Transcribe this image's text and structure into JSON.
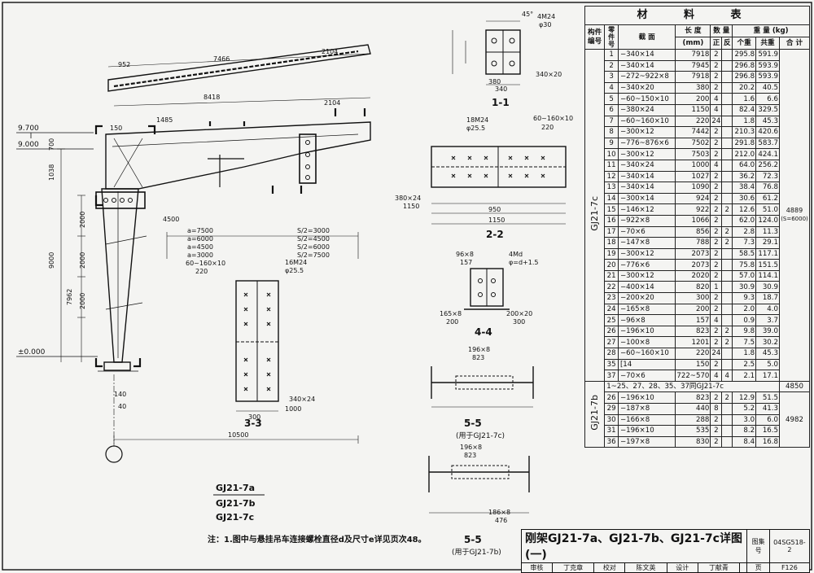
{
  "table": {
    "title": "材 料 表",
    "headers": {
      "member_no": "构件编号",
      "part_no": "零件号",
      "section": "截 面",
      "length": "长 度",
      "length_unit": "(mm)",
      "qty": "数 量",
      "qty_pos": "正",
      "qty_neg": "反",
      "weight": "重 量 (kg)",
      "w_each": "个重",
      "w_total": "共重",
      "w_sum": "合 计"
    },
    "group_a": "GJ21-7c",
    "group_a_total": "4889",
    "group_a_note": "(S=6000)",
    "rows_a": [
      {
        "no": "1",
        "sec": "−340×14",
        "len": "7918",
        "p": "2",
        "n": "",
        "each": "295.8",
        "tot": "591.9"
      },
      {
        "no": "2",
        "sec": "−340×14",
        "len": "7945",
        "p": "2",
        "n": "",
        "each": "296.8",
        "tot": "593.9"
      },
      {
        "no": "3",
        "sec": "−272~922×8",
        "len": "7918",
        "p": "2",
        "n": "",
        "each": "296.8",
        "tot": "593.9"
      },
      {
        "no": "4",
        "sec": "−340×20",
        "len": "380",
        "p": "2",
        "n": "",
        "each": "20.2",
        "tot": "40.5"
      },
      {
        "no": "5",
        "sec": "−60~150×10",
        "len": "200",
        "p": "4",
        "n": "",
        "each": "1.6",
        "tot": "6.6"
      },
      {
        "no": "6",
        "sec": "−380×24",
        "len": "1150",
        "p": "4",
        "n": "",
        "each": "82.4",
        "tot": "329.5"
      },
      {
        "no": "7",
        "sec": "−60~160×10",
        "len": "220",
        "p": "24",
        "n": "",
        "each": "1.8",
        "tot": "45.3"
      },
      {
        "no": "8",
        "sec": "−300×12",
        "len": "7442",
        "p": "2",
        "n": "",
        "each": "210.3",
        "tot": "420.6"
      },
      {
        "no": "9",
        "sec": "−776~876×6",
        "len": "7502",
        "p": "2",
        "n": "",
        "each": "291.8",
        "tot": "583.7"
      },
      {
        "no": "10",
        "sec": "−300×12",
        "len": "7503",
        "p": "2",
        "n": "",
        "each": "212.0",
        "tot": "424.1"
      },
      {
        "no": "11",
        "sec": "−340×24",
        "len": "1000",
        "p": "4",
        "n": "",
        "each": "64.0",
        "tot": "256.2"
      },
      {
        "no": "12",
        "sec": "−340×14",
        "len": "1027",
        "p": "2",
        "n": "",
        "each": "36.2",
        "tot": "72.3"
      },
      {
        "no": "13",
        "sec": "−340×14",
        "len": "1090",
        "p": "2",
        "n": "",
        "each": "38.4",
        "tot": "76.8"
      },
      {
        "no": "14",
        "sec": "−300×14",
        "len": "924",
        "p": "2",
        "n": "",
        "each": "30.6",
        "tot": "61.2"
      },
      {
        "no": "15",
        "sec": "−146×12",
        "len": "922",
        "p": "2",
        "n": "2",
        "each": "12.6",
        "tot": "51.0"
      },
      {
        "no": "16",
        "sec": "−922×8",
        "len": "1066",
        "p": "2",
        "n": "",
        "each": "62.0",
        "tot": "124.0"
      },
      {
        "no": "17",
        "sec": "−70×6",
        "len": "856",
        "p": "2",
        "n": "2",
        "each": "2.8",
        "tot": "11.3"
      },
      {
        "no": "18",
        "sec": "−147×8",
        "len": "788",
        "p": "2",
        "n": "2",
        "each": "7.3",
        "tot": "29.1"
      },
      {
        "no": "19",
        "sec": "−300×12",
        "len": "2073",
        "p": "2",
        "n": "",
        "each": "58.5",
        "tot": "117.1"
      },
      {
        "no": "20",
        "sec": "−776×6",
        "len": "2073",
        "p": "2",
        "n": "",
        "each": "75.8",
        "tot": "151.5"
      },
      {
        "no": "21",
        "sec": "−300×12",
        "len": "2020",
        "p": "2",
        "n": "",
        "each": "57.0",
        "tot": "114.1"
      },
      {
        "no": "22",
        "sec": "−400×14",
        "len": "820",
        "p": "1",
        "n": "",
        "each": "30.9",
        "tot": "30.9"
      },
      {
        "no": "23",
        "sec": "−200×20",
        "len": "300",
        "p": "2",
        "n": "",
        "each": "9.3",
        "tot": "18.7"
      },
      {
        "no": "24",
        "sec": "−165×8",
        "len": "200",
        "p": "2",
        "n": "",
        "each": "2.0",
        "tot": "4.0"
      },
      {
        "no": "25",
        "sec": "−96×8",
        "len": "157",
        "p": "4",
        "n": "",
        "each": "0.9",
        "tot": "3.7"
      },
      {
        "no": "26",
        "sec": "−196×10",
        "len": "823",
        "p": "2",
        "n": "2",
        "each": "9.8",
        "tot": "39.0"
      },
      {
        "no": "27",
        "sec": "−100×8",
        "len": "1201",
        "p": "2",
        "n": "2",
        "each": "7.5",
        "tot": "30.2"
      },
      {
        "no": "28",
        "sec": "−60~160×10",
        "len": "220",
        "p": "24",
        "n": "",
        "each": "1.8",
        "tot": "45.3"
      },
      {
        "no": "35",
        "sec": "[14",
        "len": "150",
        "p": "2",
        "n": "",
        "each": "2.5",
        "tot": "5.0"
      },
      {
        "no": "37",
        "sec": "−70×6",
        "len": "722~570",
        "p": "4",
        "n": "4",
        "each": "2.1",
        "tot": "17.1"
      }
    ],
    "group_b": "GJ21-7b",
    "group_b_total": "4982",
    "group_b_same": "1~25、27、28、35、37同GJ21-7c",
    "group_b_same_total": "4850",
    "rows_b": [
      {
        "no": "26",
        "sec": "−196×10",
        "len": "823",
        "p": "2",
        "n": "2",
        "each": "12.9",
        "tot": "51.5"
      },
      {
        "no": "29",
        "sec": "−187×8",
        "len": "440",
        "p": "8",
        "n": "",
        "each": "5.2",
        "tot": "41.3"
      },
      {
        "no": "30",
        "sec": "−166×8",
        "len": "288",
        "p": "2",
        "n": "",
        "each": "3.0",
        "tot": "6.0"
      },
      {
        "no": "31",
        "sec": "−196×10",
        "len": "535",
        "p": "2",
        "n": "",
        "each": "8.2",
        "tot": "16.5"
      },
      {
        "no": "36",
        "sec": "−197×8",
        "len": "830",
        "p": "2",
        "n": "",
        "each": "8.4",
        "tot": "16.8"
      }
    ]
  },
  "title_block": {
    "title": "刚架GJ21-7a、GJ21-7b、GJ21-7c详图(一)",
    "atlas_label": "图集号",
    "atlas_no": "04SG518-2",
    "review": "审核",
    "reviewer": "丁克章",
    "check": "校对",
    "checker": "陈文英",
    "design": "设计",
    "designer": "丁献青",
    "page_label": "页",
    "page_no": "F126"
  },
  "note": "注：1.图中与悬挂吊车连接螺栓直径d及尺寸e详见页次48。",
  "labels": {
    "frame_names": [
      "GJ21-7a",
      "GJ21-7b",
      "GJ21-7c"
    ],
    "elev_top": "9.700",
    "elev_eave": "9.000",
    "elev_ground": "±0.000",
    "sec_11": "1-1",
    "sec_22": "2-2",
    "sec_33": "3-3",
    "sec_44": "4-4",
    "sec_55": "5-5",
    "sec_55_note_c": "(用于GJ21-7c)",
    "sec_55_note_b": "(用于GJ21-7b)"
  },
  "dims": {
    "d952": "952",
    "d7466": "7466",
    "d2104": "2104",
    "d8418": "8418",
    "d1485": "1485",
    "d150": "150",
    "d4500": "4500",
    "d2000": "2000",
    "d9000": "9000",
    "d7962": "7962",
    "d1038": "1038",
    "d700": "700",
    "d10500": "10500",
    "a7500": "a=7500",
    "a6000": "a=6000",
    "a4500": "a=4500",
    "a3000": "a=3000",
    "s3000": "S/2=3000",
    "s4500": "S/2=4500",
    "s6000": "S/2=6000",
    "s7500": "S/2=7500",
    "d1150": "1150",
    "d950": "950",
    "d340": "340",
    "d380": "380",
    "d4m24": "4M24",
    "d30": "φ30",
    "d16m24": "16M24",
    "d255": "φ25.5",
    "d18m24": "18M24",
    "d60160": "60~160×10",
    "d220": "220",
    "d34020": "340×20",
    "d38024": "380×24",
    "d34024": "340×24",
    "d1000": "1000",
    "d300": "300",
    "d96": "96×8",
    "d157": "157",
    "d4md": "4Md",
    "d_d15": "φ=d+1.5",
    "d1658": "165×8",
    "d200": "200",
    "d20020": "200×20",
    "d19610": "196×8",
    "d823": "823",
    "d1868": "186×8",
    "d476": "476",
    "d140": "140",
    "d40": "40",
    "d45": "45°"
  }
}
